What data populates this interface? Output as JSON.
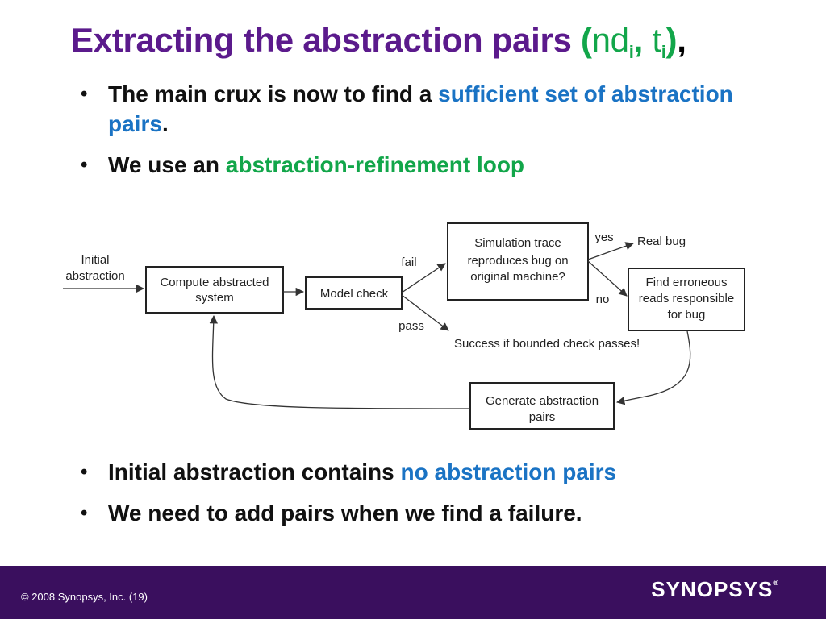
{
  "title": {
    "main": "Extracting the abstraction pairs ",
    "paren_open": "(",
    "nd": "nd",
    "sub_i1": "i",
    "sep": ", ",
    "t": "t",
    "sub_i2": "i",
    "paren_close": ")",
    "comma": ","
  },
  "bullets_top": [
    {
      "text": "The main crux is now to find a ",
      "highlight": "sufficient set of abstraction pairs",
      "tail": "."
    },
    {
      "text": "We use an ",
      "highlight": "abstraction-refinement loop",
      "tail": ""
    }
  ],
  "diagram": {
    "input_label_1": "Initial",
    "input_label_2": "abstraction",
    "compute_1": "Compute abstracted",
    "compute_2": "system",
    "model_check": "Model check",
    "sim_1": "Simulation trace",
    "sim_2": "reproduces bug on",
    "sim_3": "original machine?",
    "find_1": "Find erroneous",
    "find_2": "reads responsible",
    "find_3": "for bug",
    "generate_1": "Generate abstraction",
    "generate_2": "pairs",
    "fail": "fail",
    "pass": "pass",
    "yes": "yes",
    "no": "no",
    "real_bug": "Real bug",
    "success": "Success if bounded check passes!"
  },
  "bullets_bottom": [
    {
      "text": "Initial abstraction contains ",
      "highlight": "no abstraction pairs",
      "tail": ""
    },
    {
      "text": "We need to add pairs when we find a failure.",
      "highlight": "",
      "tail": ""
    }
  ],
  "footer": {
    "copyright": "© 2008 Synopsys, Inc. (19)",
    "logo": "SYNOPSYS",
    "logo_mark": "®"
  },
  "colors": {
    "title": "#5b1a8c",
    "accent_green": "#12a64a",
    "accent_blue": "#1a73c4",
    "footer_bg": "#3a0f5e"
  }
}
